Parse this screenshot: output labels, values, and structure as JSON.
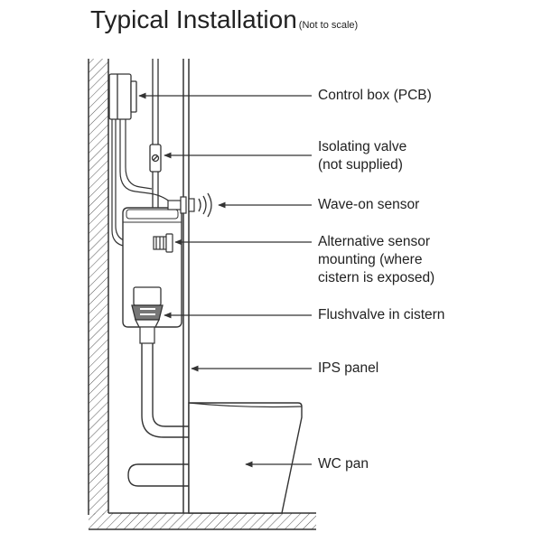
{
  "title": "Typical Installation",
  "subtitle": "(Not to scale)",
  "labels": {
    "control_box": "Control box (PCB)",
    "isolating_valve": [
      "Isolating valve",
      "(not supplied)"
    ],
    "wave_on_sensor": "Wave-on sensor",
    "alternative_sensor": [
      "Alternative sensor",
      "mounting (where",
      "cistern is exposed)"
    ],
    "flushvalve": "Flushvalve in cistern",
    "ips_panel": "IPS panel",
    "wc_pan": "WC pan"
  },
  "colors": {
    "line": "#333333",
    "hatch": "#555555",
    "text": "#222222"
  }
}
